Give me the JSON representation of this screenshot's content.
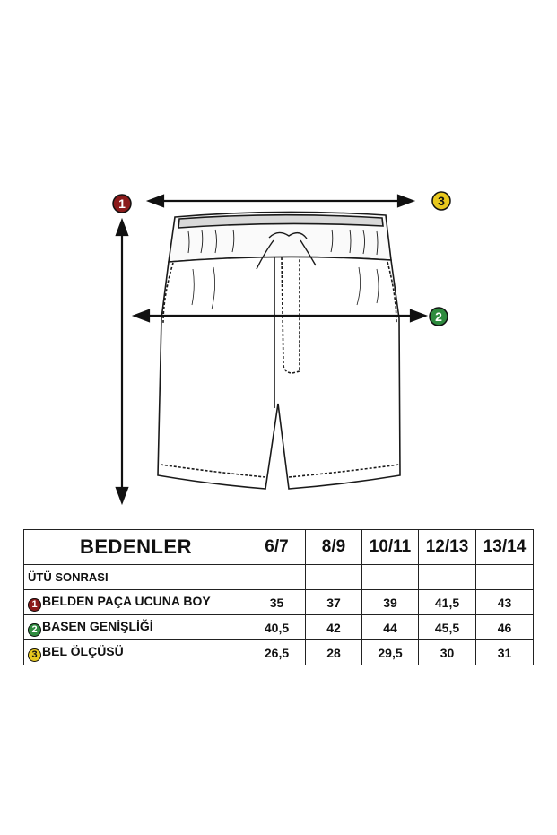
{
  "diagram": {
    "markers": [
      {
        "number": "1",
        "color": "#8b1a1a",
        "text_color": "#ffffff"
      },
      {
        "number": "2",
        "color": "#2e8b3e",
        "text_color": "#ffffff"
      },
      {
        "number": "3",
        "color": "#e8c81e",
        "text_color": "#111111"
      }
    ]
  },
  "table": {
    "title": "BEDENLER",
    "sizes": [
      "6/7",
      "8/9",
      "10/11",
      "12/13",
      "13/14"
    ],
    "note_row_label": "ÜTÜ SONRASI",
    "rows": [
      {
        "marker": "1",
        "label": "BELDEN PAÇA UCUNA BOY",
        "values": [
          "35",
          "37",
          "39",
          "41,5",
          "43"
        ]
      },
      {
        "marker": "2",
        "label": "BASEN GENİŞLİĞİ",
        "values": [
          "40,5",
          "42",
          "44",
          "45,5",
          "46"
        ]
      },
      {
        "marker": "3",
        "label": "BEL ÖLÇÜSÜ",
        "values": [
          "26,5",
          "28",
          "29,5",
          "30",
          "31"
        ]
      }
    ]
  }
}
